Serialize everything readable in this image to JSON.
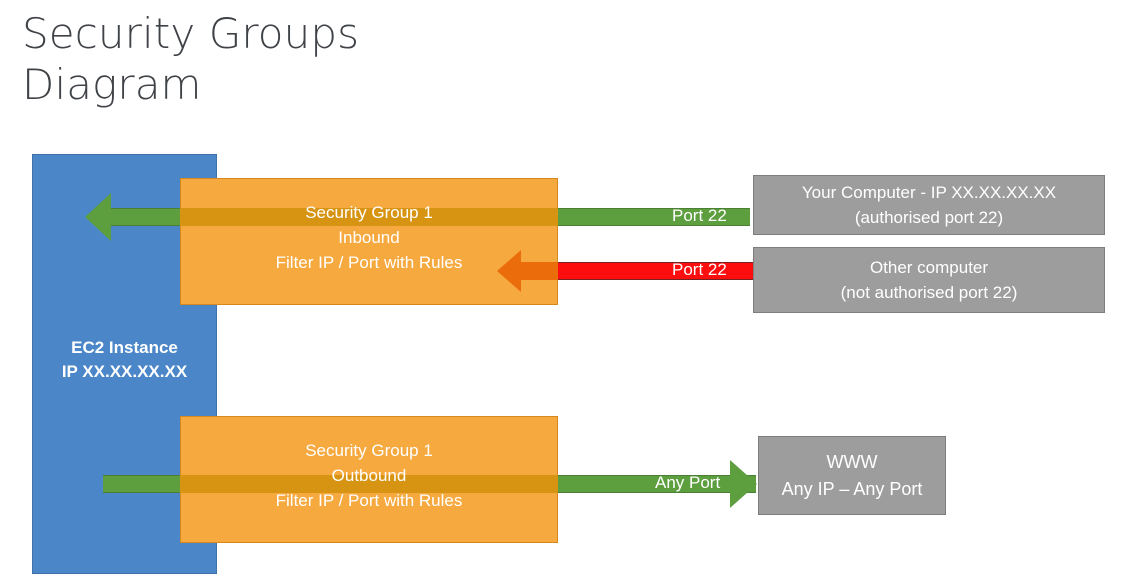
{
  "title": "Security Groups\nDiagram",
  "ec2": {
    "label": "EC2 Instance\nIP XX.XX.XX.XX",
    "color": "#4a86c8"
  },
  "security_groups": {
    "inbound": {
      "line1": "Security Group 1",
      "line2": "Inbound",
      "line3": "Filter IP / Port with Rules",
      "text": "Security Group 1\nInbound\nFilter IP / Port with Rules",
      "color": "#f6a93f"
    },
    "outbound": {
      "line1": "Security Group 1",
      "line2": "Outbound",
      "line3": "Filter IP / Port with Rules",
      "text": "Security Group 1\nOutbound\nFilter IP / Port with Rules",
      "color": "#f6a93f"
    }
  },
  "connections": {
    "allowed_inbound": {
      "port_label": "Port 22",
      "color": "#5d9e3f",
      "status": "allowed"
    },
    "blocked_inbound": {
      "port_label": "Port 22",
      "color": "#fd0d0d",
      "status": "blocked"
    },
    "outbound": {
      "port_label": "Any Port",
      "color": "#5d9e3f",
      "status": "allowed"
    }
  },
  "external_nodes": [
    {
      "name": "your-computer",
      "line1": "Your Computer - IP XX.XX.XX.XX",
      "line2": "(authorised port 22)",
      "text": "Your Computer - IP XX.XX.XX.XX\n(authorised port 22)",
      "color": "#9d9d9d"
    },
    {
      "name": "other-computer",
      "line1": "Other computer",
      "line2": "(not authorised port 22)",
      "text": "Other computer\n(not authorised port 22)",
      "color": "#9d9d9d"
    },
    {
      "name": "www",
      "line1": "WWW",
      "line2": "Any IP – Any Port",
      "text": "WWW\nAny IP – Any Port",
      "color": "#9d9d9d"
    }
  ]
}
